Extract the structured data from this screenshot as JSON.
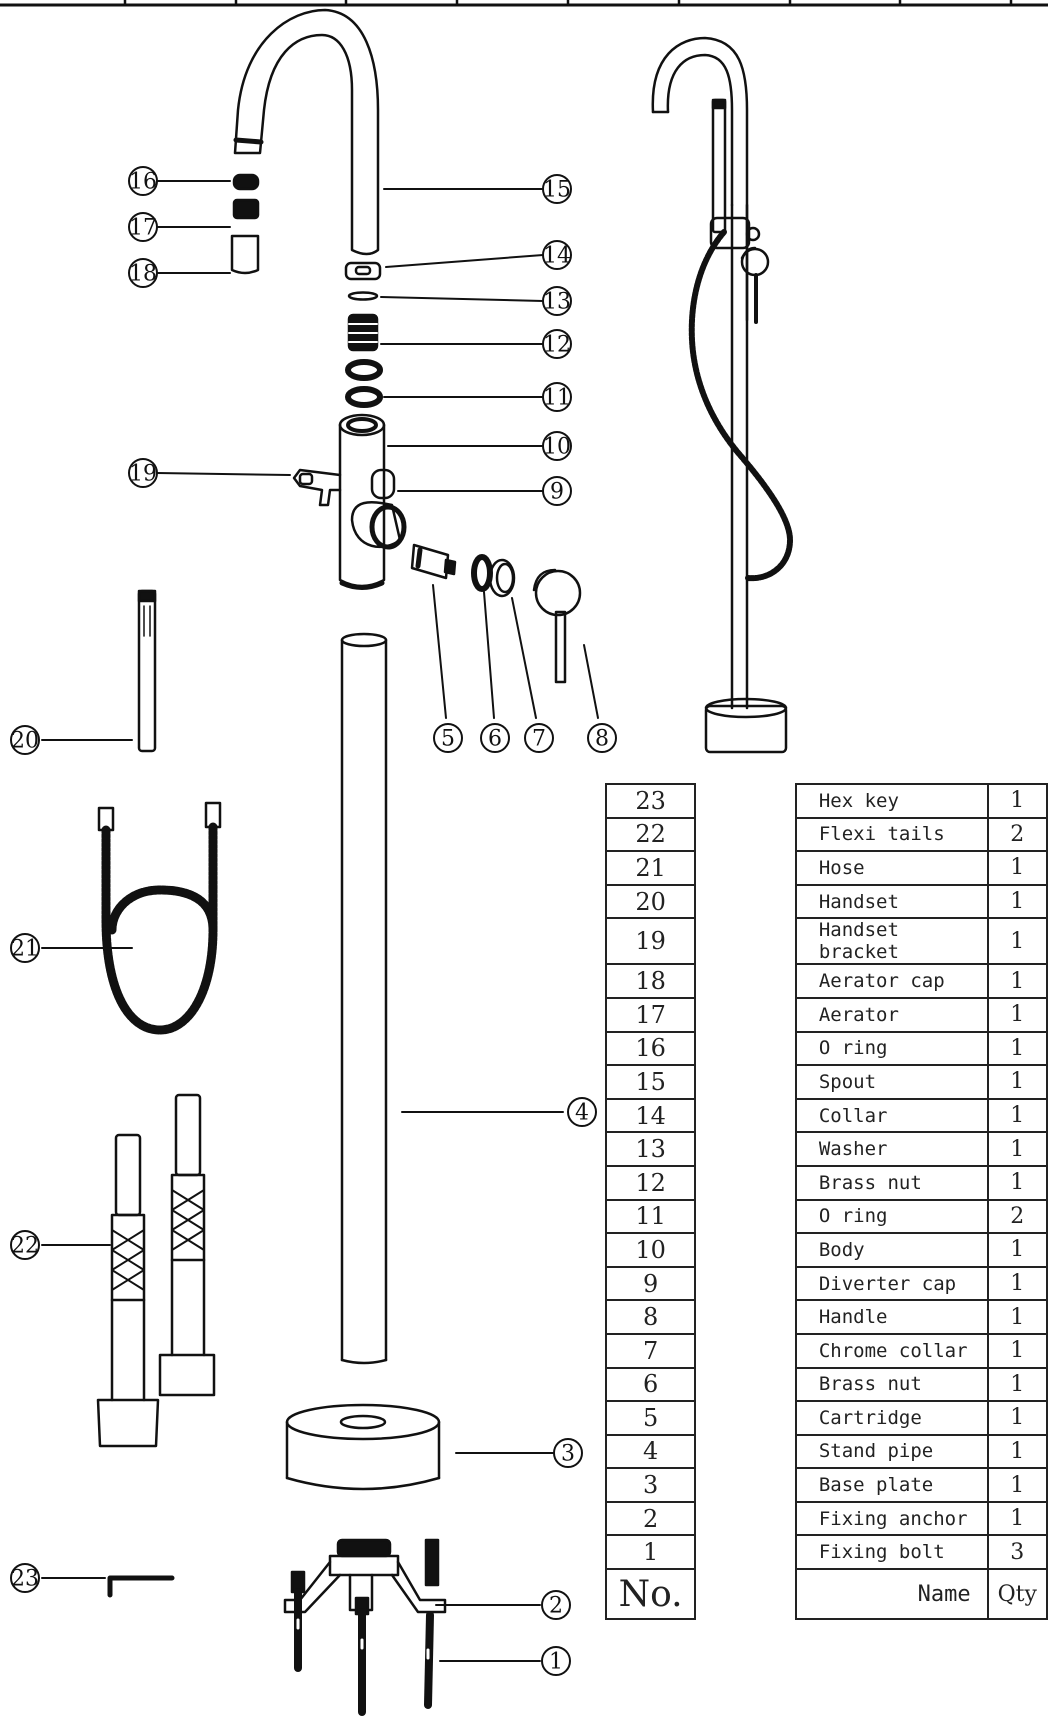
{
  "callouts": [
    {
      "id": "1",
      "label": "1"
    },
    {
      "id": "2",
      "label": "2"
    },
    {
      "id": "3",
      "label": "3"
    },
    {
      "id": "4",
      "label": "4"
    },
    {
      "id": "5",
      "label": "5"
    },
    {
      "id": "6",
      "label": "6"
    },
    {
      "id": "7",
      "label": "7"
    },
    {
      "id": "8",
      "label": "8"
    },
    {
      "id": "9",
      "label": "9"
    },
    {
      "id": "10",
      "label": "10"
    },
    {
      "id": "11",
      "label": "11"
    },
    {
      "id": "12",
      "label": "12"
    },
    {
      "id": "13",
      "label": "13"
    },
    {
      "id": "14",
      "label": "14"
    },
    {
      "id": "15",
      "label": "15"
    },
    {
      "id": "16",
      "label": "16"
    },
    {
      "id": "17",
      "label": "17"
    },
    {
      "id": "18",
      "label": "18"
    },
    {
      "id": "19",
      "label": "19"
    },
    {
      "id": "20",
      "label": "20"
    },
    {
      "id": "21",
      "label": "21"
    },
    {
      "id": "22",
      "label": "22"
    },
    {
      "id": "23",
      "label": "23"
    }
  ],
  "parts_table": {
    "header": {
      "no": "No.",
      "name": "Name",
      "qty": "Qty"
    },
    "rows": [
      {
        "no": "23",
        "name": "Hex key",
        "qty": "1"
      },
      {
        "no": "22",
        "name": "Flexi tails",
        "qty": "2"
      },
      {
        "no": "21",
        "name": "Hose",
        "qty": "1"
      },
      {
        "no": "20",
        "name": "Handset",
        "qty": "1"
      },
      {
        "no": "19",
        "name": "Handset bracket",
        "qty": "1"
      },
      {
        "no": "18",
        "name": "Aerator cap",
        "qty": "1"
      },
      {
        "no": "17",
        "name": "Aerator",
        "qty": "1"
      },
      {
        "no": "16",
        "name": "O ring",
        "qty": "1"
      },
      {
        "no": "15",
        "name": "Spout",
        "qty": "1"
      },
      {
        "no": "14",
        "name": "Collar",
        "qty": "1"
      },
      {
        "no": "13",
        "name": "Washer",
        "qty": "1"
      },
      {
        "no": "12",
        "name": "Brass nut",
        "qty": "1"
      },
      {
        "no": "11",
        "name": "O ring",
        "qty": "2"
      },
      {
        "no": "10",
        "name": "Body",
        "qty": "1"
      },
      {
        "no": "9",
        "name": "Diverter cap",
        "qty": "1"
      },
      {
        "no": "8",
        "name": "Handle",
        "qty": "1"
      },
      {
        "no": "7",
        "name": "Chrome collar",
        "qty": "1"
      },
      {
        "no": "6",
        "name": "Brass nut",
        "qty": "1"
      },
      {
        "no": "5",
        "name": "Cartridge",
        "qty": "1"
      },
      {
        "no": "4",
        "name": "Stand pipe",
        "qty": "1"
      },
      {
        "no": "3",
        "name": "Base plate",
        "qty": "1"
      },
      {
        "no": "2",
        "name": "Fixing anchor",
        "qty": "1"
      },
      {
        "no": "1",
        "name": "Fixing bolt",
        "qty": "3"
      }
    ]
  }
}
